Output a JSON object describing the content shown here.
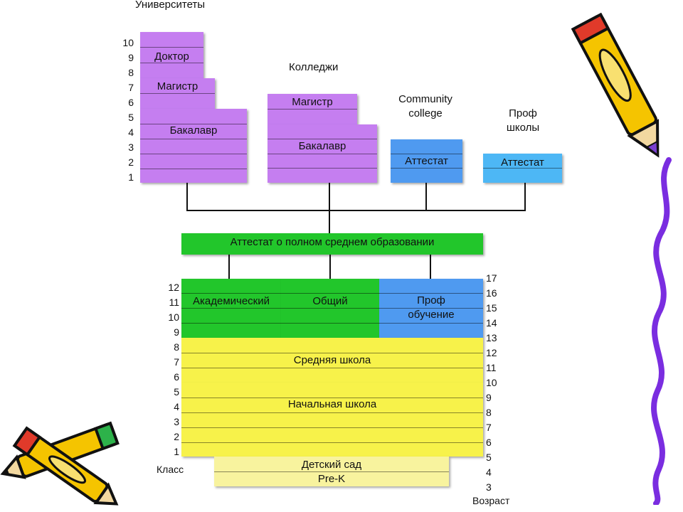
{
  "headings": {
    "universities": "Университеты",
    "colleges": "Колледжи",
    "community": "Community college",
    "prof_schools": "Проф школы"
  },
  "blocks": {
    "doctor": "Доктор",
    "univ_master": "Магистр",
    "univ_bachelor": "Бакалавр",
    "coll_master": "Магистр",
    "coll_bachelor": "Бакалавр",
    "cc_certificate": "Аттестат",
    "prof_certificate": "Аттестат",
    "high_school_diploma": "Аттестат о полном среднем образовании",
    "academic": "Академический",
    "general": "Общий",
    "vocational": "Проф обучение",
    "middle_school": "Средняя школа",
    "elementary_school": "Начальная школа",
    "kindergarten": "Детский сад",
    "pre_k": "Pre-K"
  },
  "univ_years": [
    "10",
    "9",
    "8",
    "7",
    "6",
    "5",
    "4",
    "3",
    "2",
    "1"
  ],
  "grades": [
    "12",
    "11",
    "10",
    "9",
    "8",
    "7",
    "6",
    "5",
    "4",
    "3",
    "2",
    "1"
  ],
  "ages": [
    "17",
    "16",
    "15",
    "14",
    "13",
    "12",
    "11",
    "10",
    "9",
    "8",
    "7",
    "6",
    "5",
    "4",
    "3"
  ],
  "axis": {
    "grade_label": "Класс",
    "age_label": "Возраст"
  },
  "colors": {
    "purple": "#c57ef0",
    "blue_light": "#4db7f5",
    "blue": "#4f9af0",
    "green": "#22c62b",
    "yellow": "#f7f24a",
    "yellow_light": "#f8f39e"
  }
}
